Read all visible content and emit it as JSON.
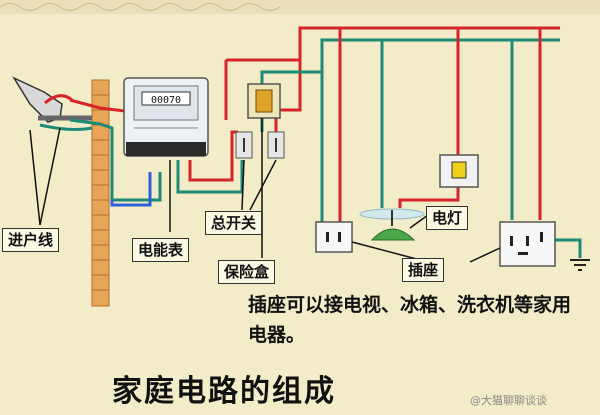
{
  "labels": {
    "incoming_line": "进户线",
    "meter": "电能表",
    "main_switch": "总开关",
    "fuse_box": "保险盒",
    "lamp": "电灯",
    "socket": "插座"
  },
  "meter_reading": "00070",
  "note": "插座可以接电视、冰箱、洗衣机等家用电器。",
  "title": "家庭电路的组成",
  "watermark": "@大猫聊聊谈谈",
  "colors": {
    "live_wire": "#d6242a",
    "neutral_wire": "#1d8a78",
    "earth_wire": "#2f5fd6",
    "background": "#f3ecc9"
  }
}
